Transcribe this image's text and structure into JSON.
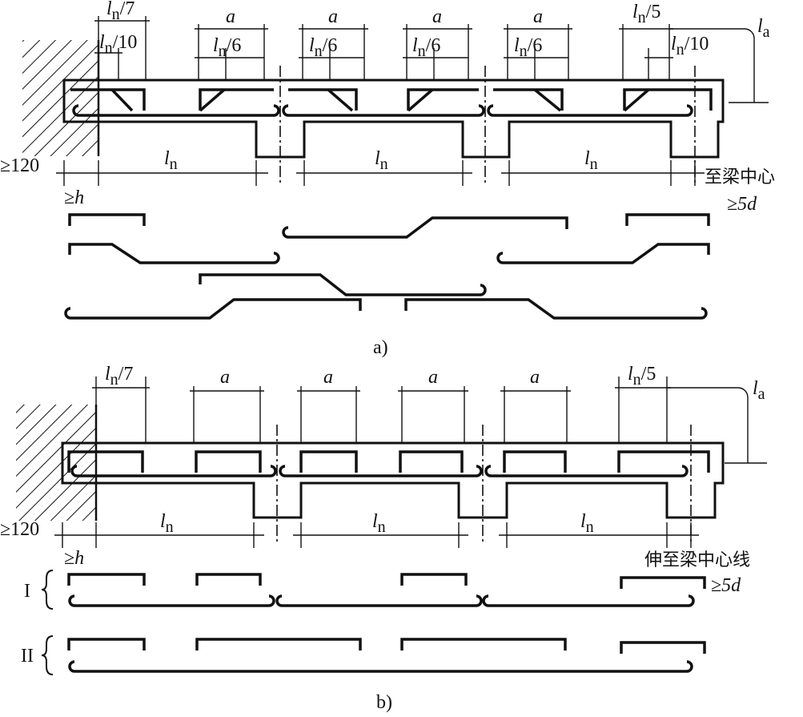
{
  "panel_a": {
    "caption": "a)",
    "top_dims": {
      "ln7": [
        "l",
        "n",
        "/7"
      ],
      "ln10_left": [
        "l",
        "n",
        "/10"
      ],
      "a1": "a",
      "a2": "a",
      "a3": "a",
      "a4": "a",
      "ln6_1": [
        "l",
        "n",
        "/6"
      ],
      "ln6_2": [
        "l",
        "n",
        "/6"
      ],
      "ln6_3": [
        "l",
        "n",
        "/6"
      ],
      "ln6_4": [
        "l",
        "n",
        "/6"
      ],
      "ln5": [
        "l",
        "n",
        "/5"
      ],
      "ln10_right": [
        "l",
        "n",
        "/10"
      ],
      "la": [
        "l",
        "a"
      ]
    },
    "span_dims": {
      "ge120": "≥120",
      "ln_1": [
        "l",
        "n"
      ],
      "ln_2": [
        "l",
        "n"
      ],
      "ln_3": [
        "l",
        "n"
      ],
      "ge_h": "≥h",
      "to_beam_center": "至梁中心",
      "ge5d": "≥5d"
    }
  },
  "panel_b": {
    "caption": "b)",
    "top_dims": {
      "ln7": [
        "l",
        "n",
        "/7"
      ],
      "a1": "a",
      "a2": "a",
      "a3": "a",
      "a4": "a",
      "ln5": [
        "l",
        "n",
        "/5"
      ],
      "la": [
        "l",
        "a"
      ]
    },
    "span_dims": {
      "ge120": "≥120",
      "ln_1": [
        "l",
        "n"
      ],
      "ln_2": [
        "l",
        "n"
      ],
      "ln_3": [
        "l",
        "n"
      ],
      "ge_h": "≥h",
      "extend_to_beam_centerline": "伸至梁中心线",
      "ge5d": "≥5d"
    },
    "row_labels": {
      "row1": "I",
      "row2": "II"
    }
  }
}
